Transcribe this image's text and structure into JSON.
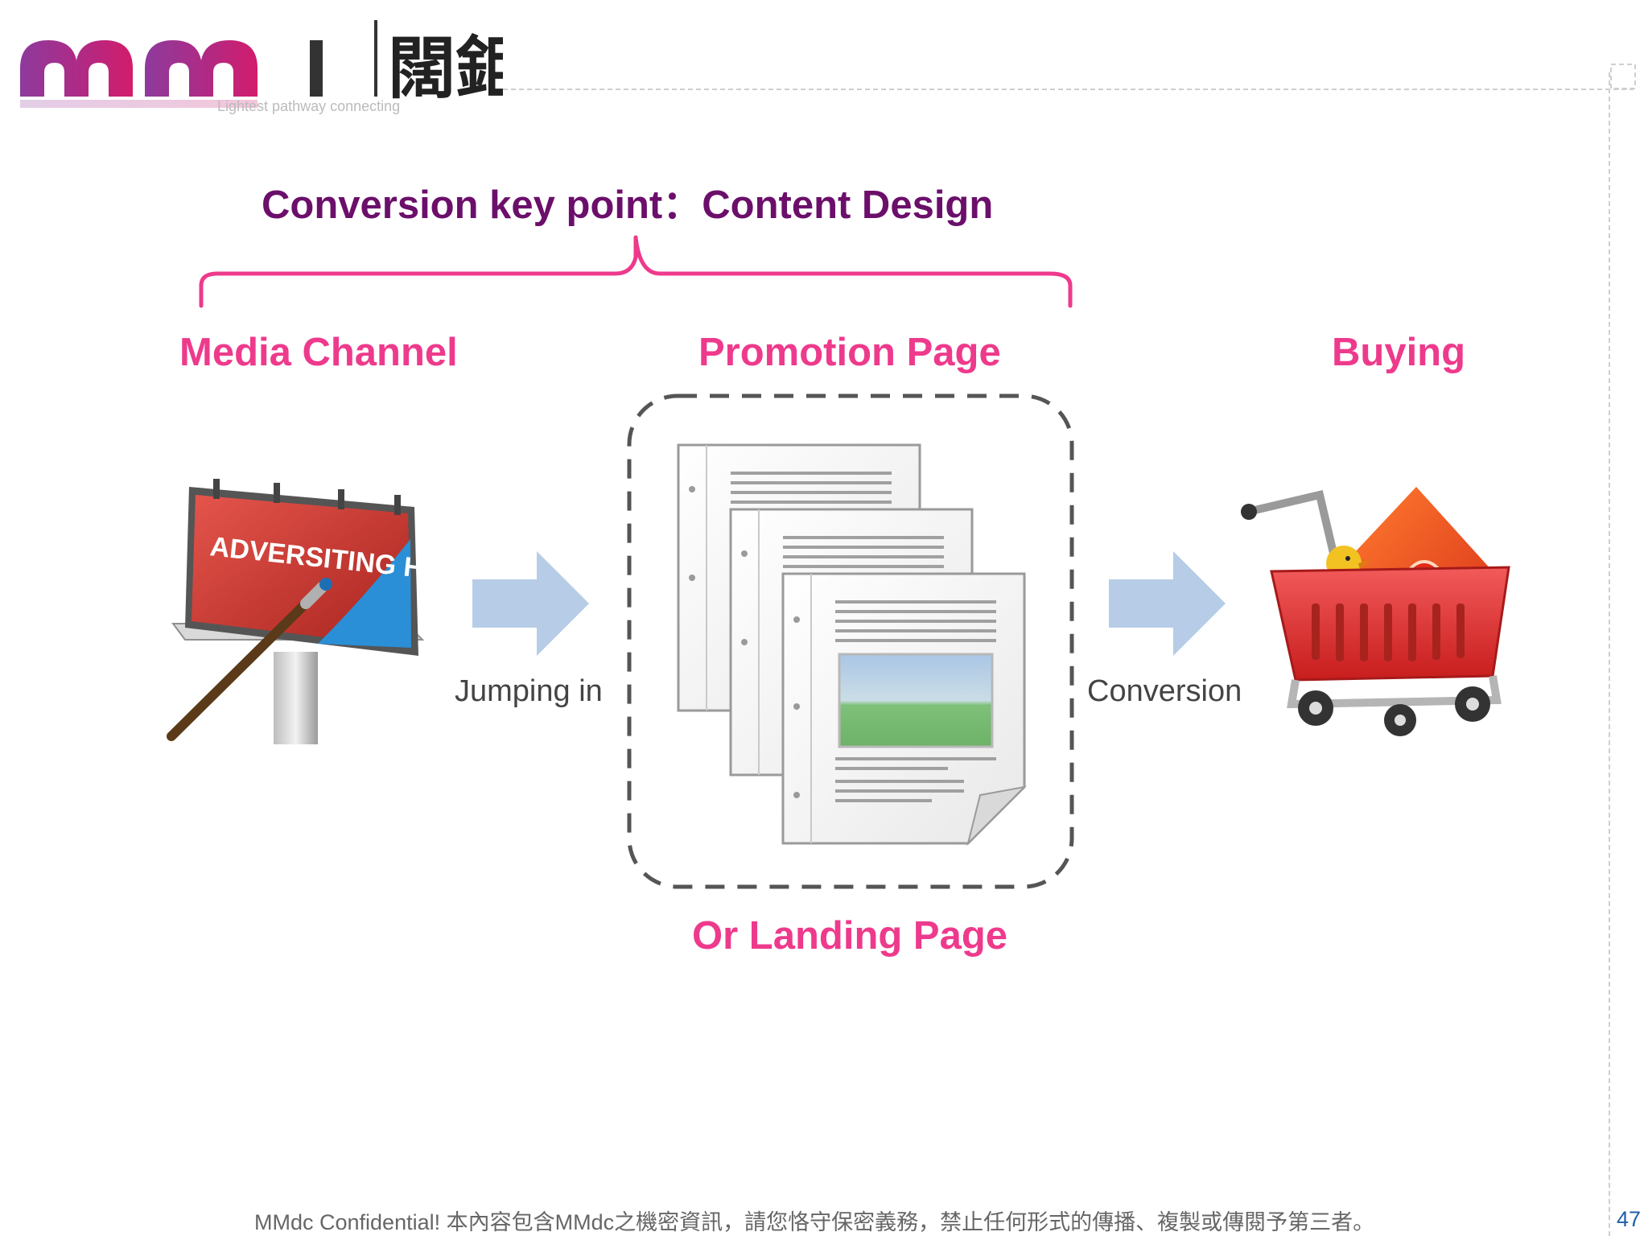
{
  "header": {
    "logo_cjk": "闊鉅",
    "logo_caption": "Lightest pathway connecting"
  },
  "title": "Conversion key point：Content Design",
  "stages": {
    "media": "Media Channel",
    "promotion": "Promotion Page",
    "buying": "Buying",
    "landing": "Or Landing Page"
  },
  "flows": {
    "jumping_in": "Jumping in",
    "conversion": "Conversion"
  },
  "billboard": {
    "text": "ADVERSITING HERE"
  },
  "footer": {
    "confidential": "MMdc Confidential! 本內容包含MMdc之機密資訊，請您恪守保密義務，禁止任何形式的傳播、複製或傳閱予第三者。",
    "page_number": "47"
  },
  "colors": {
    "title": "#6b0f6b",
    "stage": "#ee3a8c",
    "arrow": "#b7cce6",
    "brace": "#ee3a8c",
    "logo_purple": "#8e3a9c",
    "logo_magenta": "#d31c6c"
  },
  "icons": {
    "media": "billboard-icon",
    "promotion": "document-stack-icon",
    "buying": "shopping-cart-icon",
    "flow": "right-arrow-icon"
  }
}
